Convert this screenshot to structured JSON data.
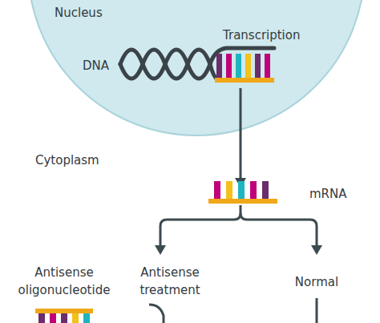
{
  "diagram": {
    "nodes": [
      {
        "text": [
          "Nucleus"
        ]
      }
    ],
    "labels": [
      "DNA",
      "Transcription",
      "Cytoplasm",
      "mRNA",
      "Antisense oligonucleotide",
      "Antisense treatment",
      "Normal"
    ]
  }
}
